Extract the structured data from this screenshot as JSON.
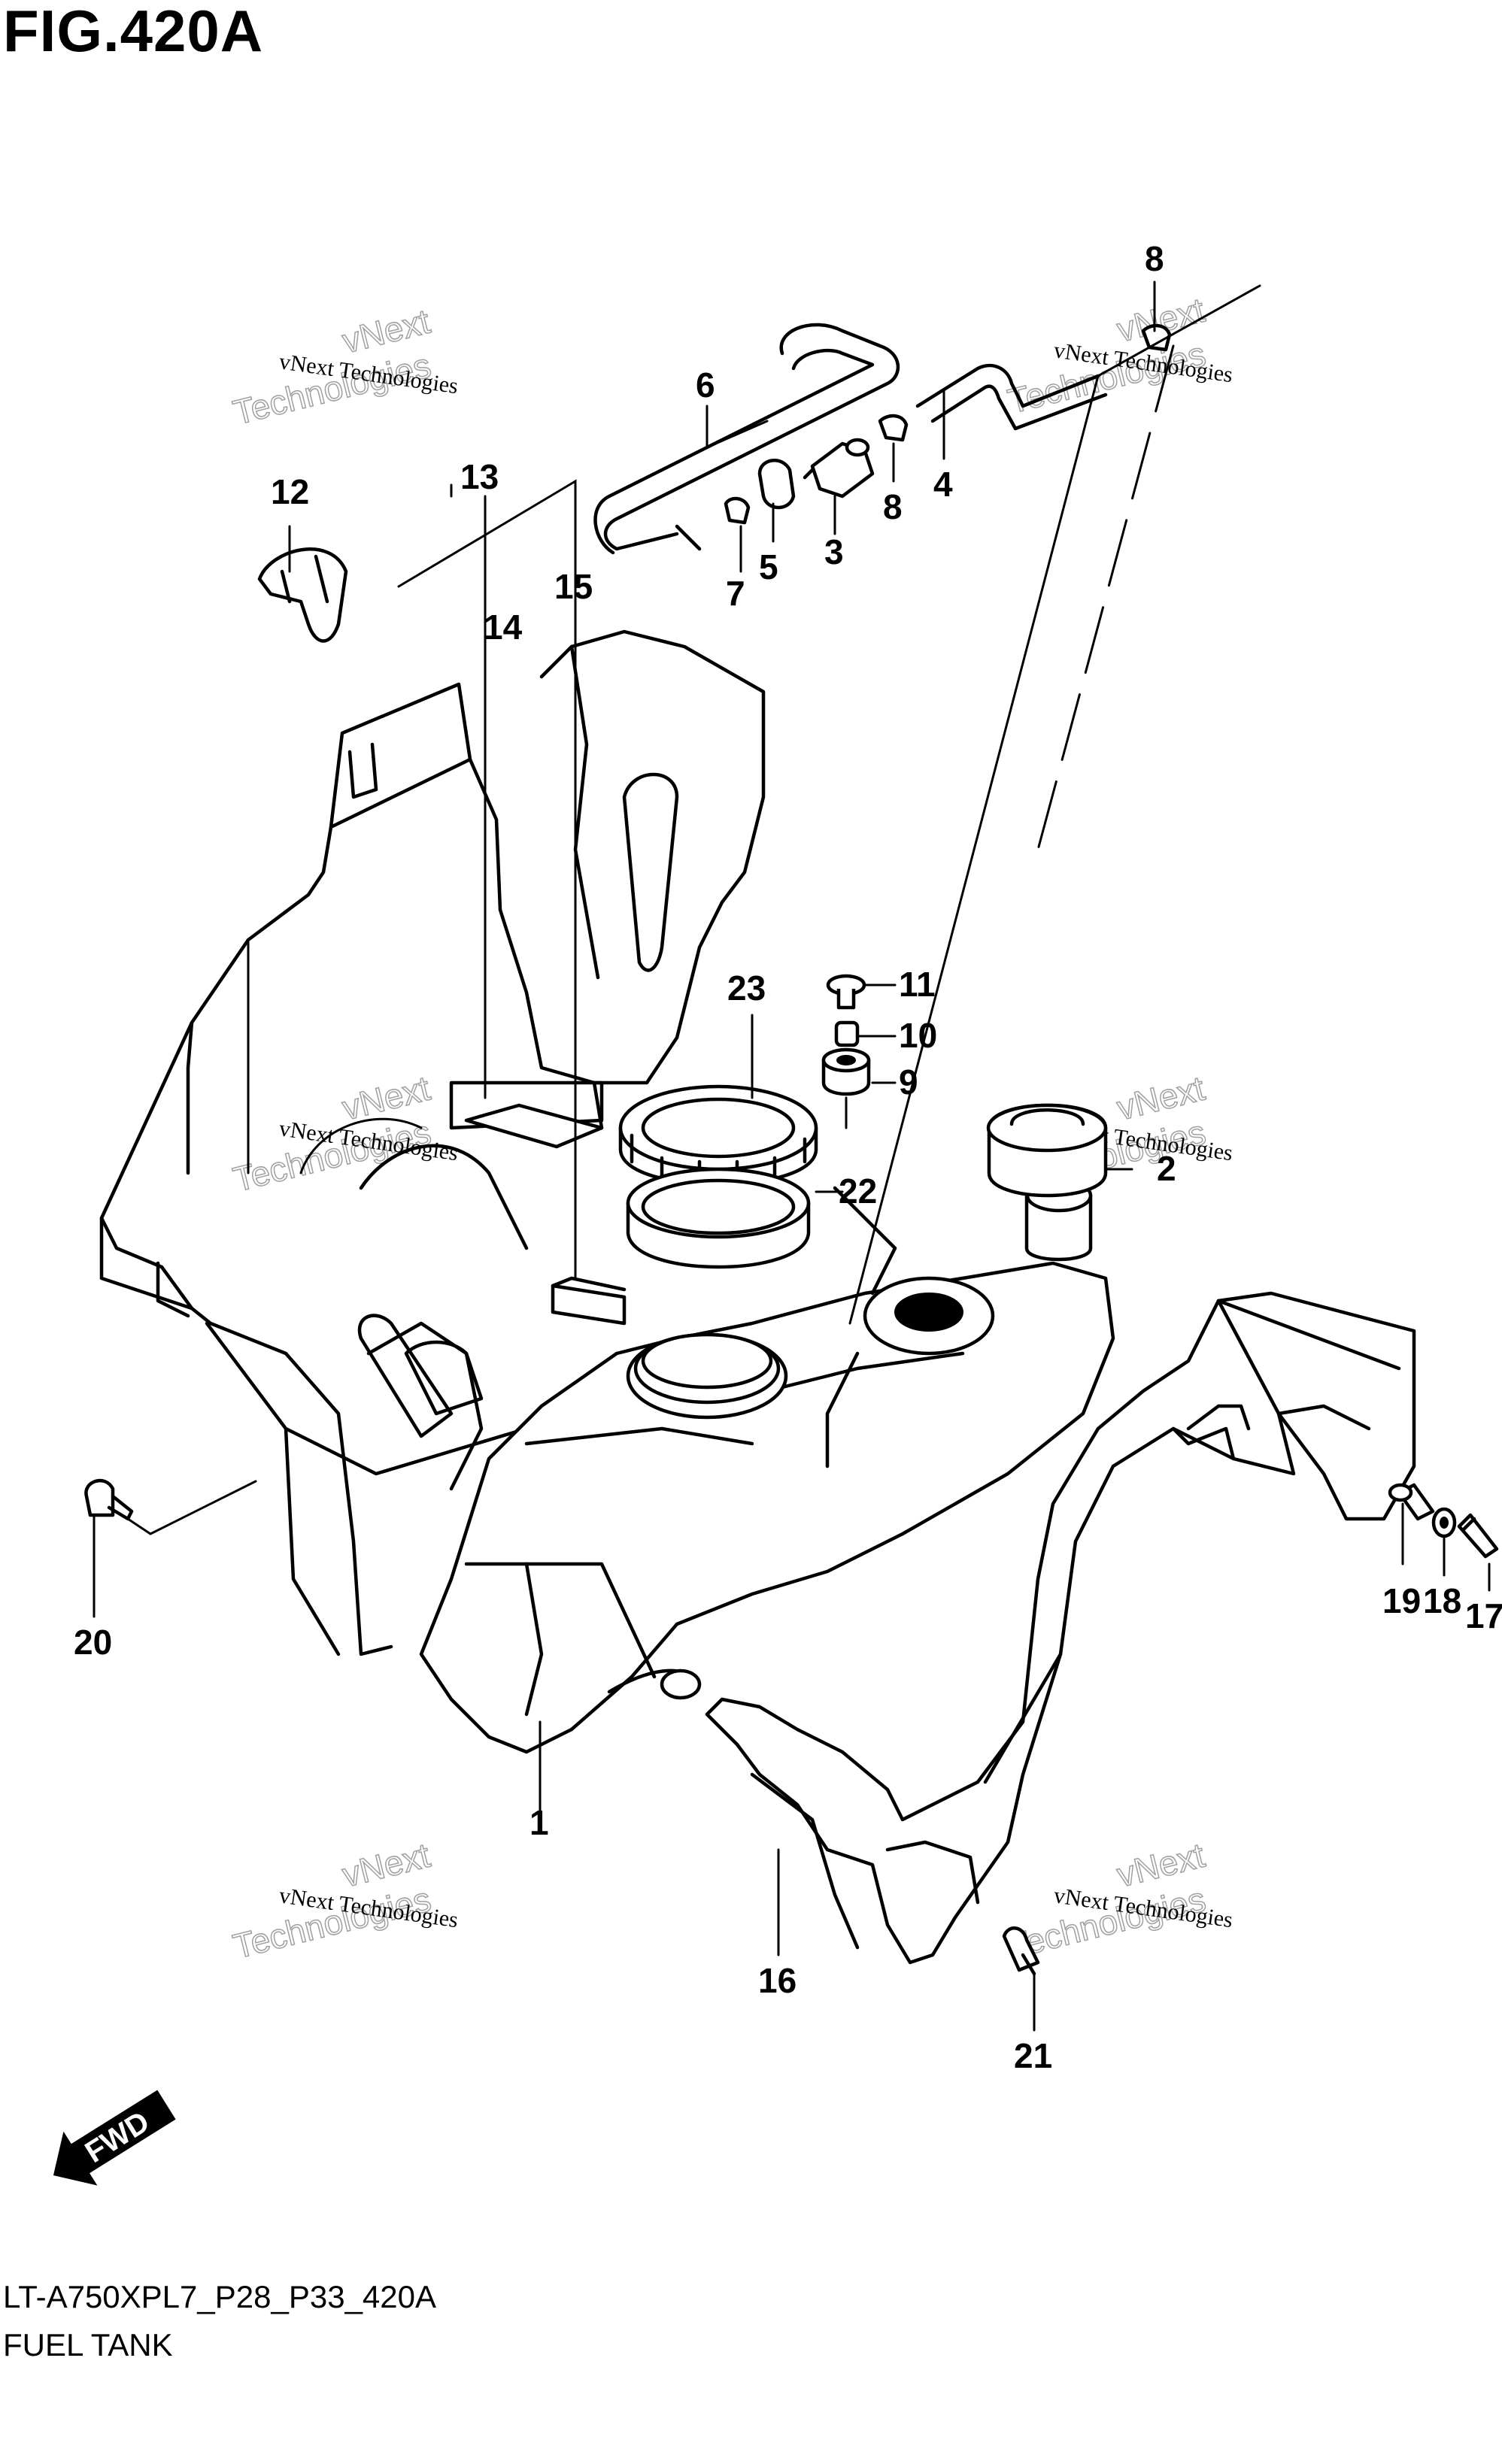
{
  "figure": {
    "title": "FIG.420A",
    "code": "LT-A750XPL7_P28_P33_420A",
    "name": "FUEL TANK"
  },
  "watermark": {
    "small_text": "vNext Technologies",
    "outline_word_1": "vNext",
    "outline_word_2": "Technologies"
  },
  "callouts": [
    "1",
    "2",
    "3",
    "4",
    "5",
    "6",
    "7",
    "8",
    "8",
    "9",
    "10",
    "11",
    "12",
    "13",
    "14",
    "15",
    "16",
    "17",
    "18",
    "19",
    "20",
    "21",
    "22",
    "23"
  ],
  "fwd_label": "FWD",
  "icons": {
    "direction": "fwd-arrow-icon"
  }
}
